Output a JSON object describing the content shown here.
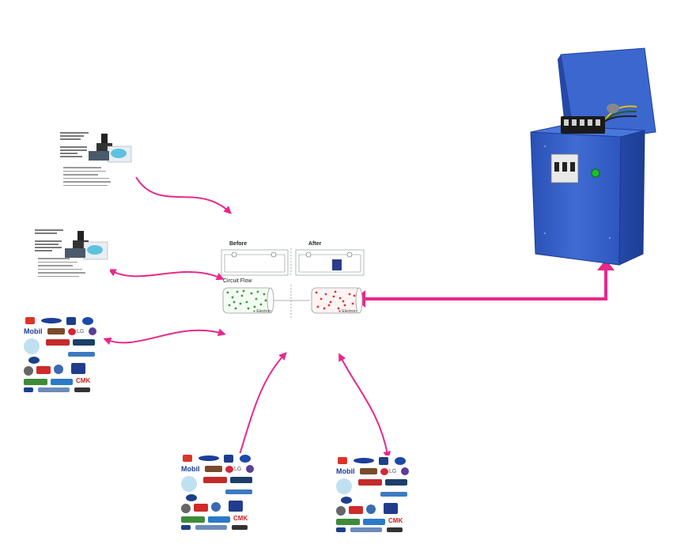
{
  "colors": {
    "arrow": "#e8288a",
    "machine_blue": "#3560c8",
    "green_dot": "#3a9a3a",
    "red_dot": "#e03030",
    "breaker": "#e9e9e9",
    "lamp": "#19c02a"
  },
  "diagram": {
    "before_label": "Before",
    "after_label": "After",
    "circuit_flow_label": "Circuit Flow",
    "electron_label_left": "Electron",
    "electron_label_right": "Electron"
  },
  "logo_sheet": {
    "brands": [
      "Mobil",
      "LG",
      "CMK"
    ]
  },
  "icons": [
    "document-thumbnail",
    "logo-sheet",
    "curved-arrow",
    "machine-enclosure",
    "breaker-switch",
    "indicator-lamp"
  ]
}
